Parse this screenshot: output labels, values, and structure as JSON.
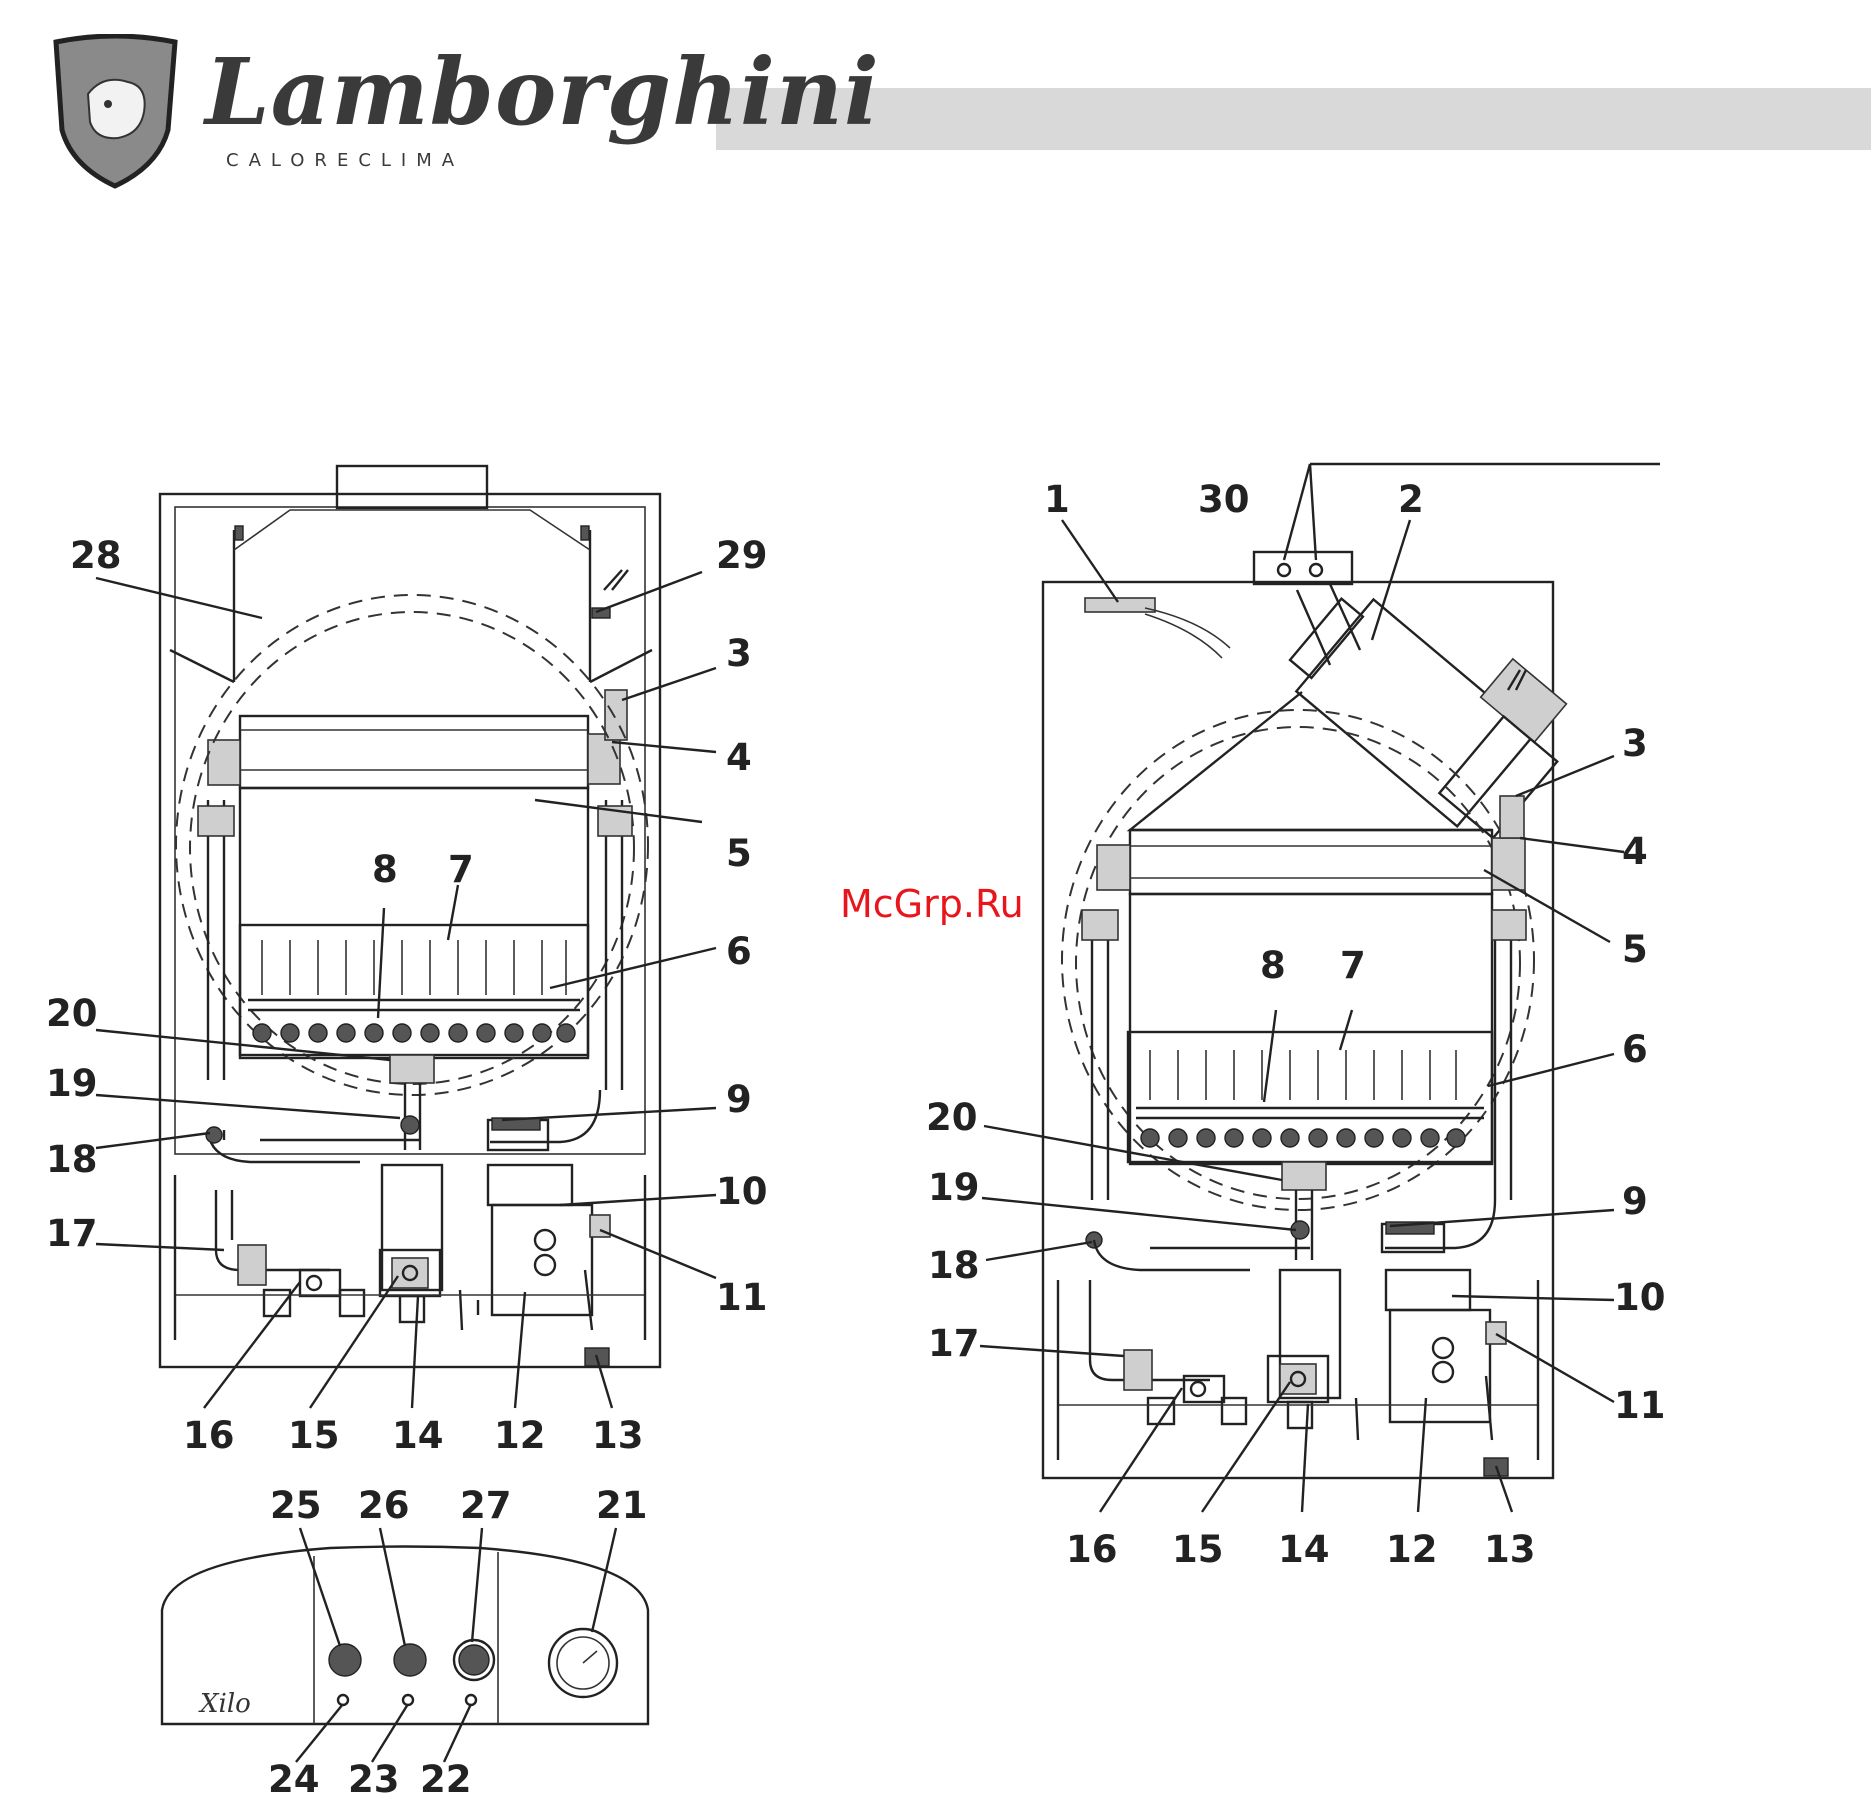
{
  "header": {
    "brand": "Lamborghini",
    "brand_sub": "CALORECLIMA"
  },
  "watermark": "McGrp.Ru",
  "left_diagram": {
    "labels": [
      "28",
      "29",
      "3",
      "4",
      "5",
      "8",
      "7",
      "6",
      "20",
      "19",
      "18",
      "9",
      "10",
      "17",
      "11",
      "16",
      "15",
      "14",
      "12",
      "13"
    ]
  },
  "right_diagram": {
    "labels": [
      "1",
      "30",
      "2",
      "3",
      "4",
      "5",
      "8",
      "7",
      "6",
      "20",
      "19",
      "9",
      "18",
      "10",
      "17",
      "11",
      "16",
      "15",
      "14",
      "12",
      "13"
    ]
  },
  "control_panel": {
    "model": "Xilo",
    "labels": [
      "25",
      "26",
      "27",
      "21",
      "24",
      "23",
      "22"
    ]
  }
}
